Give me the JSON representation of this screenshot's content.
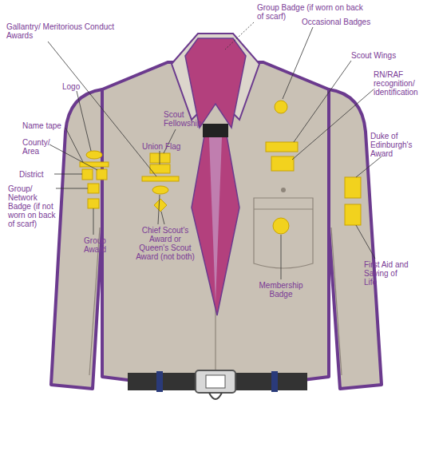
{
  "diagram": {
    "labels": [
      "Group Badge (if worn on back of scarf)",
      "Occasional Badges",
      "Gallantry/ Meritorious Conduct Awards",
      "Scout Wings",
      "Logo",
      "Scout Fellowship",
      "RN/RAF recognition/ identification",
      "Name tape",
      "Union Flag",
      "County/ Area",
      "Duke of Edinburgh's Award",
      "District",
      "Group/ Network Badge (if not worn on back of scarf)",
      "Group Award",
      "Chief Scout's Award or Queen's Scout Award (not both)",
      "Membership Badge",
      "First Aid and Saving of Life"
    ]
  }
}
